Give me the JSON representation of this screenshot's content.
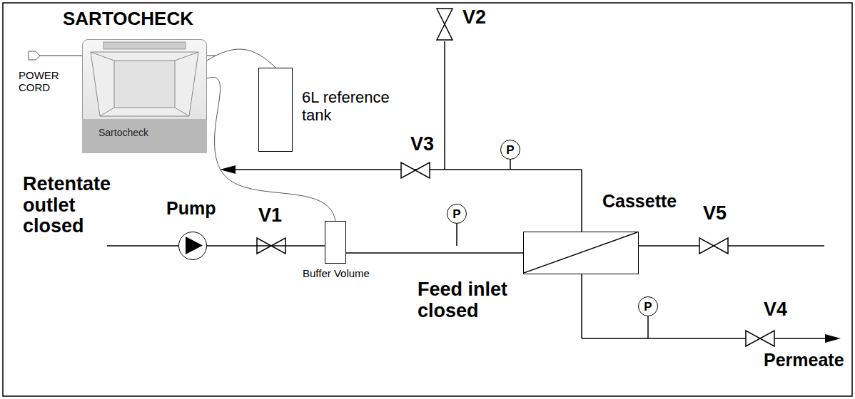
{
  "diagram": {
    "nodes": [
      {
        "text": [
          "SARTOCHECK",
          "Sartocheck"
        ]
      },
      {
        "text": [
          "6L reference tank"
        ]
      },
      {
        "text": [
          "P"
        ]
      },
      {
        "text": [
          "Pump"
        ]
      },
      {
        "text": [
          "Buffer Volume"
        ]
      },
      {
        "text": [
          "P"
        ]
      },
      {
        "text": [
          "Cassette"
        ]
      },
      {
        "text": [
          "P"
        ]
      }
    ],
    "edges": [
      {
        "from": 0,
        "to": 1,
        "arrow": "none"
      },
      {
        "from": 0,
        "to": 4,
        "arrow": "none"
      },
      {
        "from": 3,
        "to": 4,
        "arrow": "none"
      },
      {
        "from": 4,
        "to": 6,
        "arrow": "none"
      }
    ],
    "labels": [
      "POWER CORD",
      "V2",
      "V3",
      "Retentate outlet closed",
      "V1",
      "Feed inlet closed",
      "V5",
      "V4",
      "Permeate"
    ]
  }
}
